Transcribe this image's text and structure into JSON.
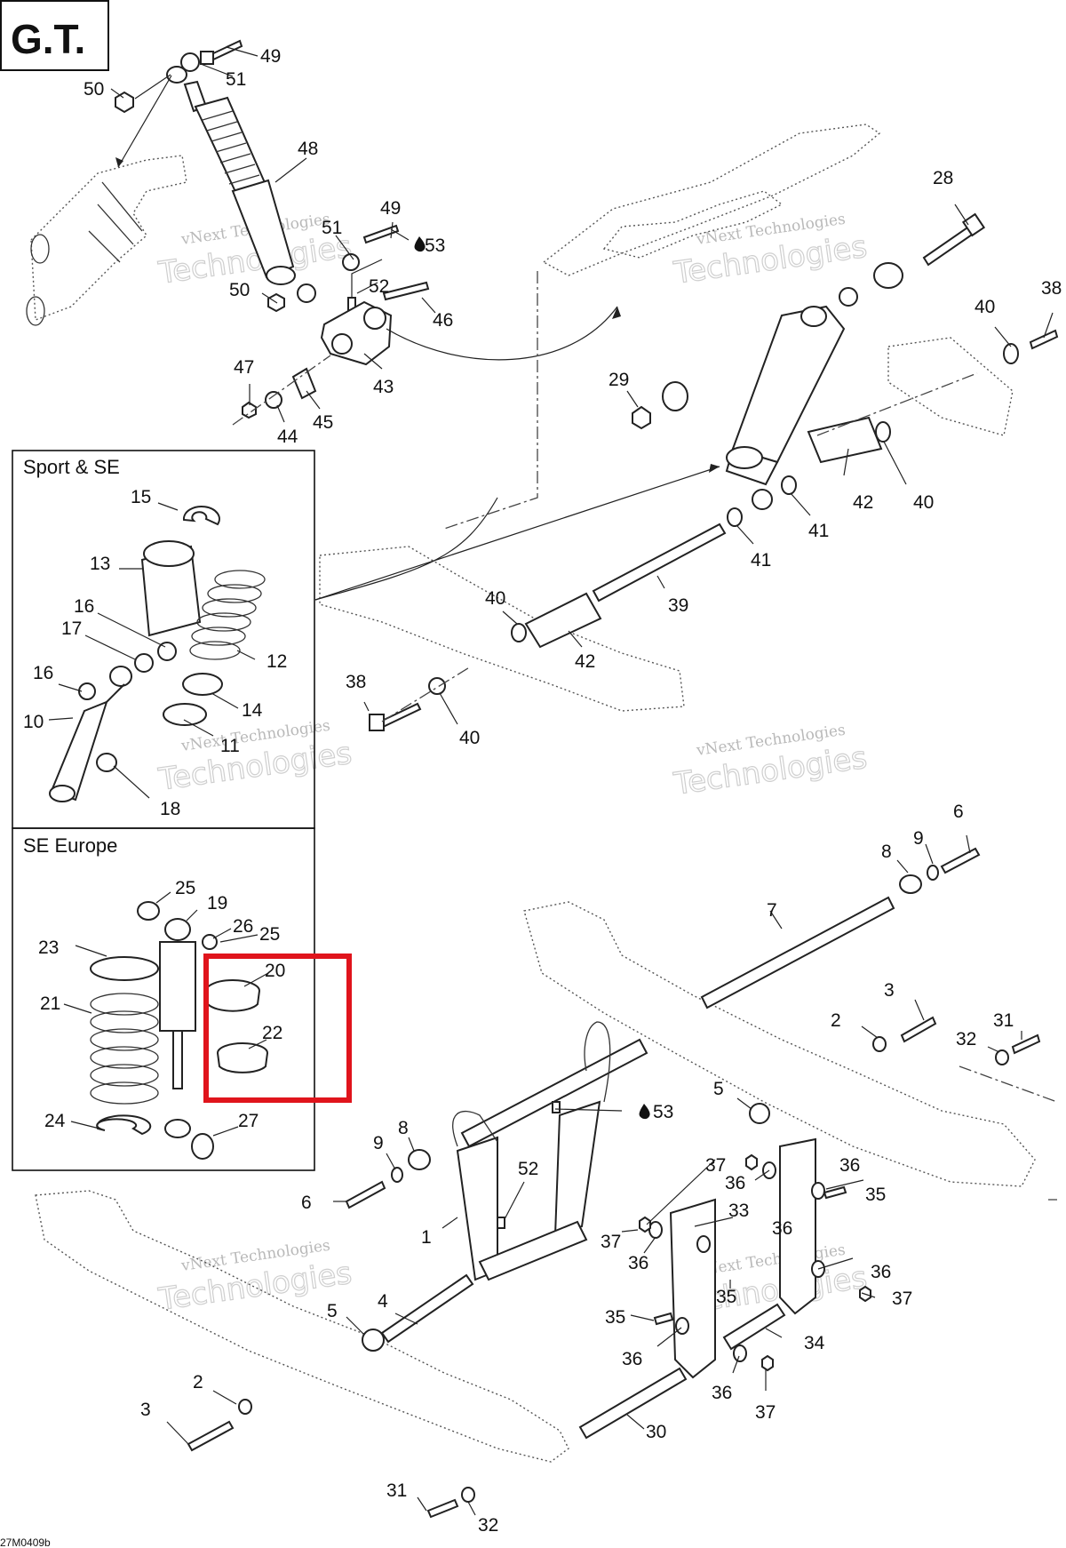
{
  "model_label": "G.T.",
  "drawing_code": "27M0409b",
  "watermark": {
    "line1": "vNext Technologies",
    "line2": "Technologies"
  },
  "inset_sport": {
    "title": "Sport & SE"
  },
  "inset_europe": {
    "title": "SE Europe"
  },
  "lubricant_callout": "53",
  "highlight_color": "#e0141c",
  "callouts": [
    {
      "n": "49"
    },
    {
      "n": "51"
    },
    {
      "n": "50"
    },
    {
      "n": "48"
    },
    {
      "n": "49"
    },
    {
      "n": "51"
    },
    {
      "n": "53"
    },
    {
      "n": "50"
    },
    {
      "n": "52"
    },
    {
      "n": "46"
    },
    {
      "n": "47"
    },
    {
      "n": "43"
    },
    {
      "n": "44"
    },
    {
      "n": "45"
    },
    {
      "n": "28"
    },
    {
      "n": "38"
    },
    {
      "n": "40"
    },
    {
      "n": "29"
    },
    {
      "n": "42"
    },
    {
      "n": "40"
    },
    {
      "n": "41"
    },
    {
      "n": "41"
    },
    {
      "n": "40"
    },
    {
      "n": "39"
    },
    {
      "n": "42"
    },
    {
      "n": "38"
    },
    {
      "n": "40"
    },
    {
      "n": "15"
    },
    {
      "n": "13"
    },
    {
      "n": "16"
    },
    {
      "n": "17"
    },
    {
      "n": "12"
    },
    {
      "n": "16"
    },
    {
      "n": "14"
    },
    {
      "n": "10"
    },
    {
      "n": "11"
    },
    {
      "n": "18"
    },
    {
      "n": "6"
    },
    {
      "n": "9"
    },
    {
      "n": "8"
    },
    {
      "n": "7"
    },
    {
      "n": "25"
    },
    {
      "n": "19"
    },
    {
      "n": "26"
    },
    {
      "n": "25"
    },
    {
      "n": "23"
    },
    {
      "n": "20"
    },
    {
      "n": "21"
    },
    {
      "n": "22"
    },
    {
      "n": "24"
    },
    {
      "n": "27"
    },
    {
      "n": "3"
    },
    {
      "n": "2"
    },
    {
      "n": "31"
    },
    {
      "n": "32"
    },
    {
      "n": "5"
    },
    {
      "n": "53"
    },
    {
      "n": "8"
    },
    {
      "n": "9"
    },
    {
      "n": "52"
    },
    {
      "n": "37"
    },
    {
      "n": "36"
    },
    {
      "n": "36"
    },
    {
      "n": "35"
    },
    {
      "n": "6"
    },
    {
      "n": "33"
    },
    {
      "n": "36"
    },
    {
      "n": "1"
    },
    {
      "n": "37"
    },
    {
      "n": "36"
    },
    {
      "n": "36"
    },
    {
      "n": "37"
    },
    {
      "n": "4"
    },
    {
      "n": "35"
    },
    {
      "n": "35"
    },
    {
      "n": "34"
    },
    {
      "n": "5"
    },
    {
      "n": "36"
    },
    {
      "n": "36"
    },
    {
      "n": "37"
    },
    {
      "n": "2"
    },
    {
      "n": "3"
    },
    {
      "n": "30"
    },
    {
      "n": "31"
    },
    {
      "n": "32"
    }
  ]
}
